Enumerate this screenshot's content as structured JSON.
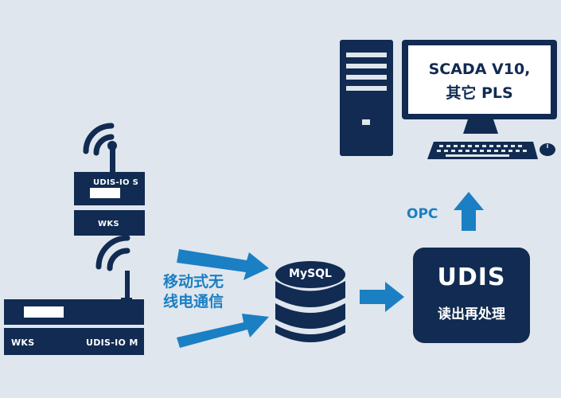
{
  "devices": {
    "small": {
      "model": "UDIS-IO S",
      "brand": "WKS"
    },
    "large": {
      "brand": "WKS",
      "model": "UDIS-IO M"
    }
  },
  "wireless_label": [
    "移动式无",
    "线电通信"
  ],
  "database_label": "MySQL",
  "udis": {
    "title": "UDIS",
    "subtitle": "读出再处理"
  },
  "opc_label": "OPC",
  "monitor_text": [
    "SCADA V10,",
    "其它 PLS"
  ],
  "colors": {
    "navy": "#112b52",
    "arrow_blue": "#1b7fc4",
    "background": "#dfe6ed"
  }
}
